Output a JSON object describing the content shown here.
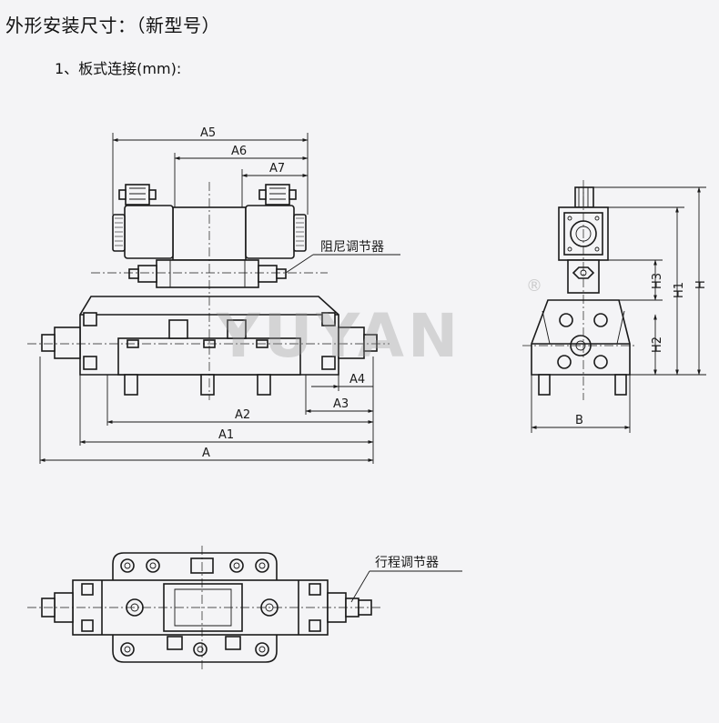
{
  "header": {
    "title": "外形安装尺寸：（新型号）",
    "subtitle": "1、板式连接(mm):"
  },
  "watermark": {
    "text": "YUYAN",
    "registered": "®"
  },
  "callouts": {
    "damper": "阻尼调节器",
    "stroke_adjuster": "行程调节器"
  },
  "dimensions": {
    "A": "A",
    "A1": "A1",
    "A2": "A2",
    "A3": "A3",
    "A4": "A4",
    "A5": "A5",
    "A6": "A6",
    "A7": "A7",
    "B": "B",
    "H": "H",
    "H1": "H1",
    "H2": "H2",
    "H3": "H3"
  }
}
